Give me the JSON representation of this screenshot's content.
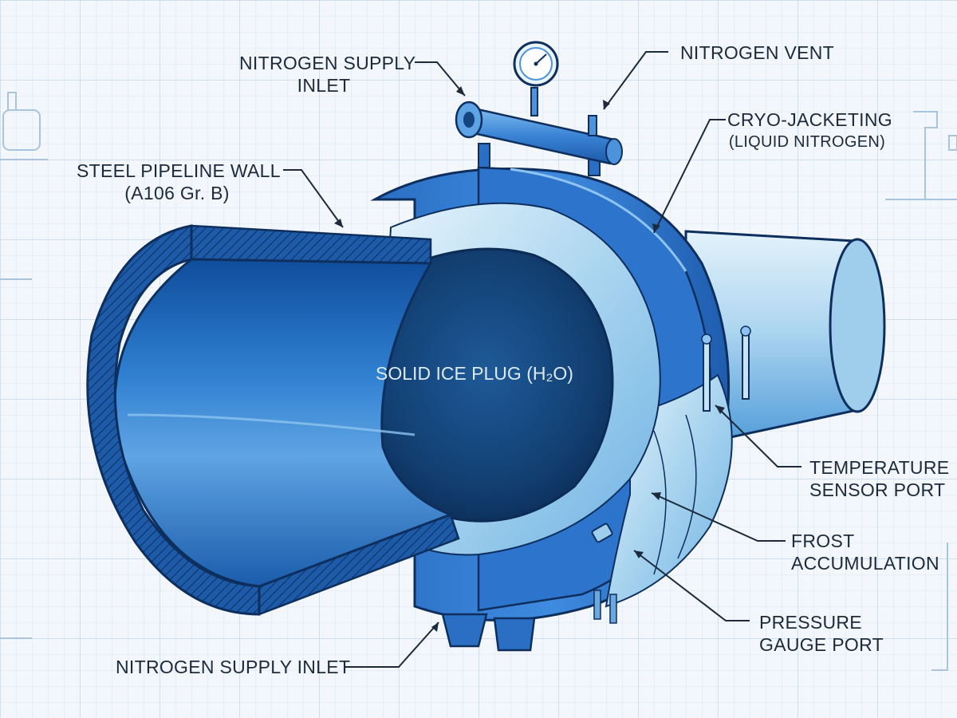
{
  "diagram": {
    "labels": {
      "nitrogen_supply_inlet_top": {
        "lines": [
          "NITROGEN SUPPLY",
          "INLET"
        ]
      },
      "nitrogen_vent": {
        "lines": [
          "NITROGEN VENT"
        ]
      },
      "cryo_jacketing": {
        "lines": [
          "CRYO-JACKETING",
          "(LIQUID NITROGEN)"
        ]
      },
      "steel_pipeline_wall": {
        "lines": [
          "STEEL PIPELINE WALL",
          "(A106 Gr. B)"
        ]
      },
      "solid_ice_plug": {
        "lines": [
          "SOLID ICE PLUG",
          "(H₂O)"
        ]
      },
      "temperature_sensor_port": {
        "lines": [
          "TEMPERATURE",
          "SENSOR PORT"
        ]
      },
      "frost_accumulation": {
        "lines": [
          "FROST",
          "ACCUMULATION"
        ]
      },
      "pressure_gauge_port": {
        "lines": [
          "PRESSURE",
          "GAUGE PORT"
        ]
      },
      "nitrogen_supply_inlet_bottom": {
        "lines": [
          "NITROGEN SUPPLY INLET"
        ]
      }
    },
    "colors": {
      "background": "#f3f7fb",
      "grid": "#c9d9ea",
      "pipe_dark": "#1f5fb0",
      "pipe_light": "#cfe6f7",
      "ice_plug": "#13447a",
      "frost": "#bfe0f2",
      "outline": "#0e2f5e",
      "leader_line": "#1c2a3c"
    },
    "icons": [
      "pressure-gauge-icon",
      "valve-icon",
      "tank-icon"
    ]
  }
}
